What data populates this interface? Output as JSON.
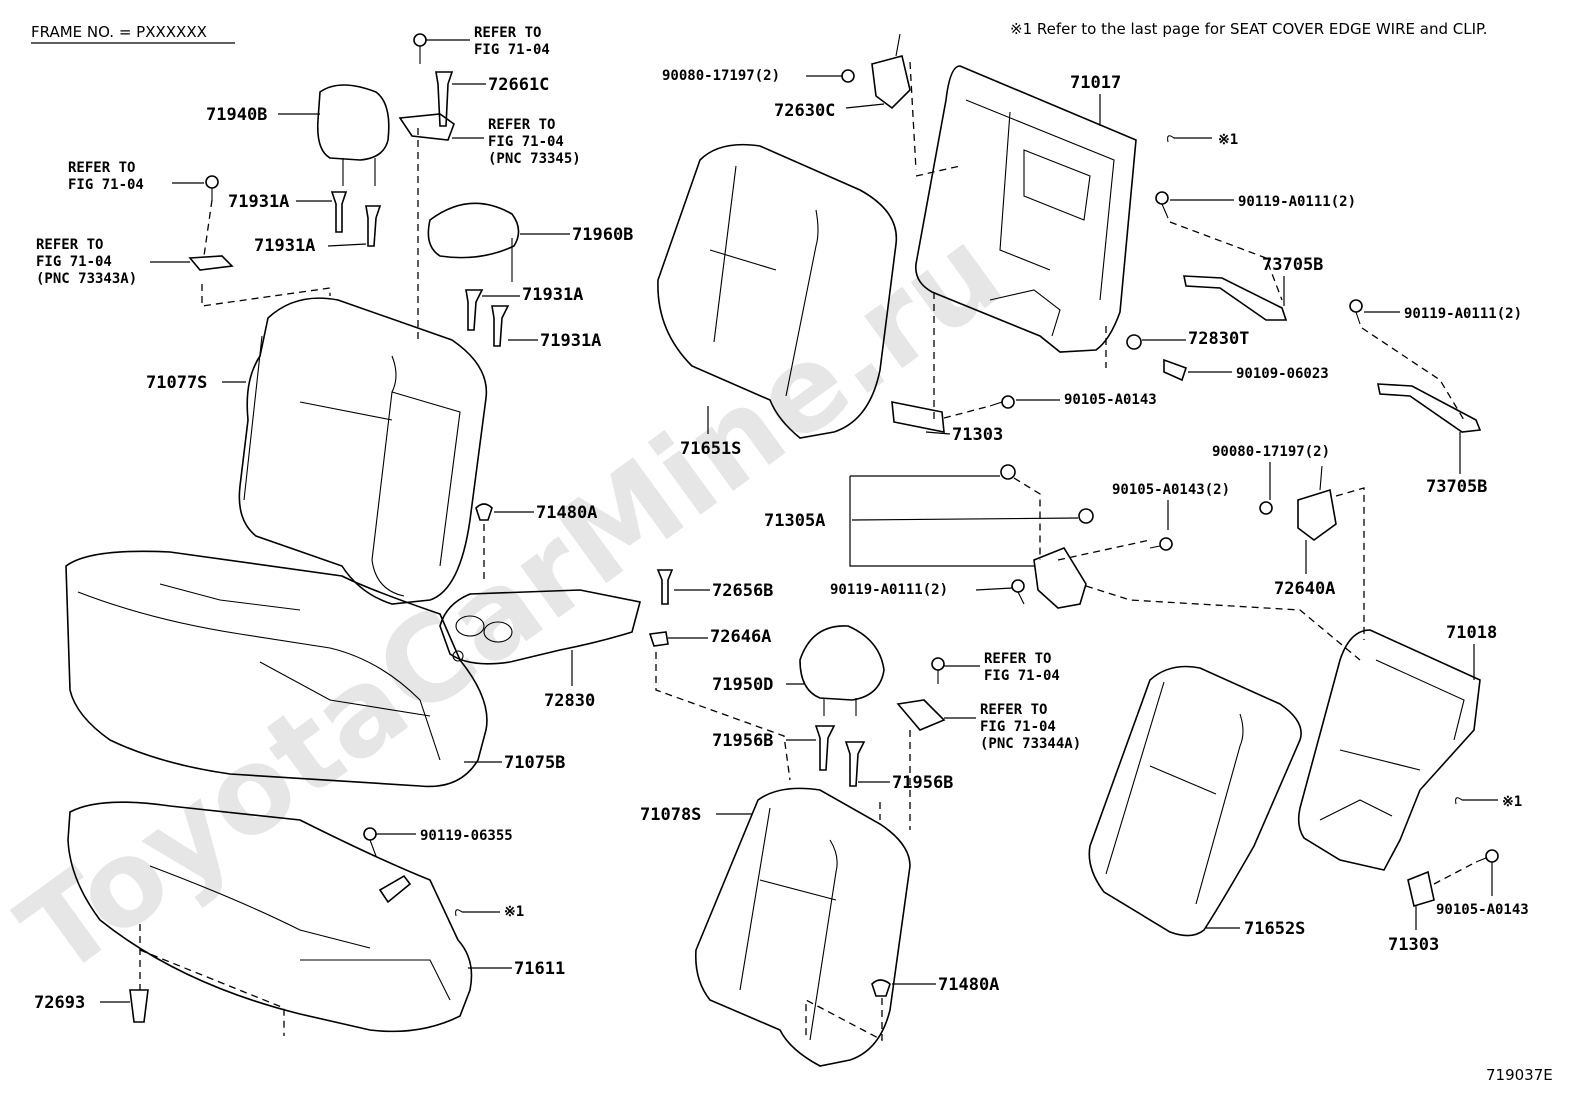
{
  "header": {
    "frame_no": "FRAME NO. = PXXXXXX",
    "note": "※1 Refer to the last page for SEAT COVER EDGE WIRE and CLIP."
  },
  "watermark": "ToyotaCarMine.ru",
  "footer": {
    "figure_code": "719037E"
  },
  "callouts": {
    "c71940B": "71940B",
    "c72661C": "72661C",
    "c71931A_1": "71931A",
    "c71931A_2": "71931A",
    "c71931A_3": "71931A",
    "c71931A_4": "71931A",
    "c71960B": "71960B",
    "c71077S": "71077S",
    "c71480A_1": "71480A",
    "c71480A_2": "71480A",
    "c72656B": "72656B",
    "c72646A": "72646A",
    "c72830": "72830",
    "c71075B": "71075B",
    "c90119_06355": "90119-06355",
    "c71611": "71611",
    "c72693": "72693",
    "c90080_17197_top": "90080-17197(2)",
    "c72630C": "72630C",
    "c71017": "71017",
    "c71651S": "71651S",
    "c90119_A0111_r1": "90119-A0111(2)",
    "c73705B_1": "73705B",
    "c90119_A0111_r2": "90119-A0111(2)",
    "c72830T": "72830T",
    "c90109_06023": "90109-06023",
    "c90105_A0143_1": "90105-A0143",
    "c71303_1": "71303",
    "c73705B_2": "73705B",
    "c90080_17197_mid": "90080-17197(2)",
    "c90105_A0143_2": "90105-A0143(2)",
    "c71305A": "71305A",
    "c90119_A0111_mid": "90119-A0111(2)",
    "c72640A": "72640A",
    "c71018": "71018",
    "c71950D": "71950D",
    "c71956B_1": "71956B",
    "c71956B_2": "71956B",
    "c71078S": "71078S",
    "c71652S": "71652S",
    "c71303_2": "71303",
    "c90105_A0143_3": "90105-A0143"
  },
  "refs": {
    "r1_l1": "REFER TO",
    "r1_l2": "FIG 71-04",
    "r2_l1": "REFER TO",
    "r2_l2": "FIG 71-04",
    "r2_l3": "(PNC 73345)",
    "r3_l1": "REFER TO",
    "r3_l2": "FIG 71-04",
    "r4_l1": "REFER TO",
    "r4_l2": "FIG 71-04",
    "r4_l3": "(PNC 73343A)",
    "r5_l1": "REFER TO",
    "r5_l2": "FIG 71-04",
    "r6_l1": "REFER TO",
    "r6_l2": "FIG 71-04",
    "r6_l3": "(PNC 73344A)"
  },
  "marks": {
    "m1": "※1",
    "m2": "※1",
    "m3": "※1"
  }
}
